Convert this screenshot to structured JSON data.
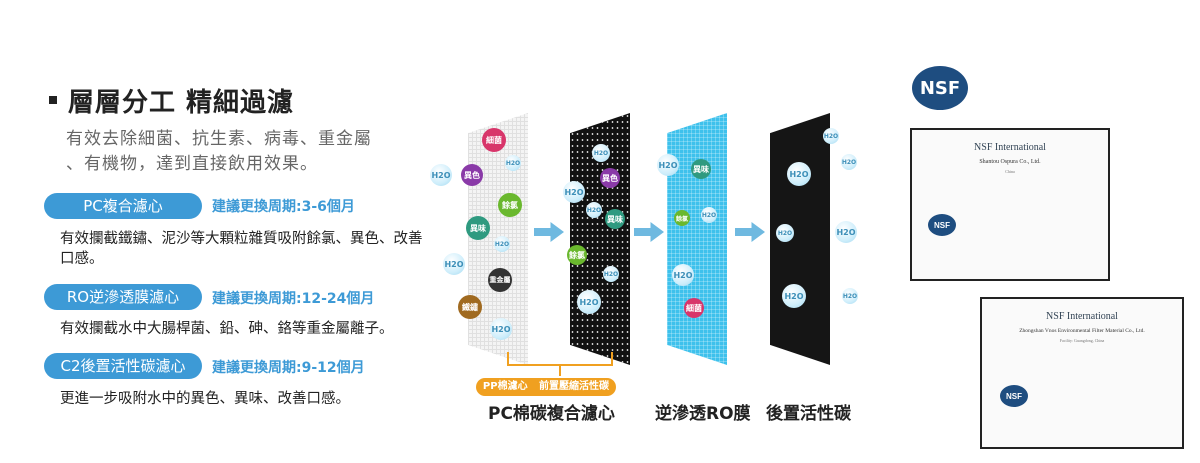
{
  "title": "層層分工 精細過濾",
  "subtitle": [
    "有效去除細菌、抗生素、病毒、重金屬",
    "、有機物，達到直接飲用效果。"
  ],
  "filters": [
    {
      "name": "PC複合濾心",
      "period": "建議更換周期:3-6個月",
      "desc": "有效攔截鐵鏽、泥沙等大顆粒雜質吸附餘氯、異色、改善口感。"
    },
    {
      "name": "RO逆滲透膜濾心",
      "period": "建議更換周期:12-24個月",
      "desc": "有效攔截水中大腸桿菌、鉛、砷、鉻等重金屬離子。"
    },
    {
      "name": "C2後置活性碳濾心",
      "period": "建議更換周期:9-12個月",
      "desc": "更進一步吸附水中的異色、異味、改善口感。"
    }
  ],
  "diagram": {
    "pp_label": "PP棉濾心 前置壓縮活性碳",
    "stage_labels": [
      "PC棉碳複合濾心",
      "逆滲透RO膜",
      "後置活性碳"
    ],
    "h2o": "H2O",
    "contaminants": {
      "bacteria": "細菌",
      "color": "異色",
      "chlorine": "餘氯",
      "odor": "異味",
      "metal": "重金屬",
      "rust": "鐵鏽"
    }
  },
  "nsf": {
    "logo": "NSF",
    "cert1": {
      "title": "NSF International",
      "company": "Shantou Ospura Co., Ltd.",
      "loc": "China"
    },
    "cert2": {
      "title": "NSF International",
      "company": "Zhongshan Vnos Environmental Filter Material Co., Ltd.",
      "loc": "Facility: Guangdong, China"
    }
  }
}
